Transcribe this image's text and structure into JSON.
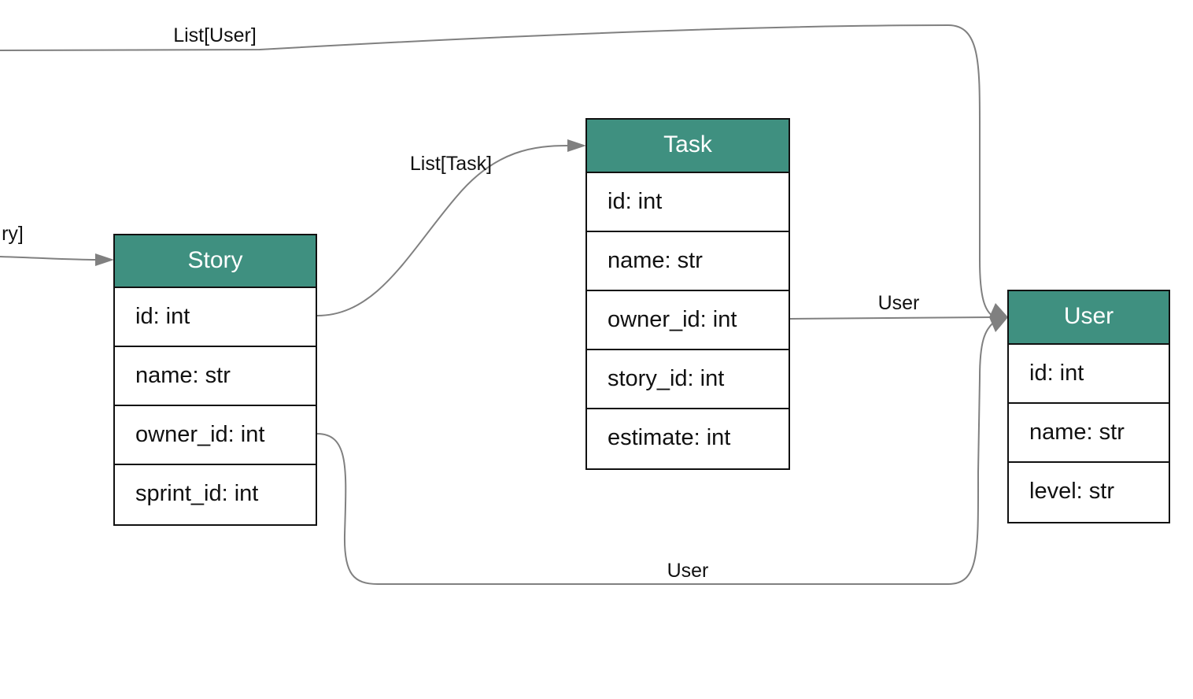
{
  "colors": {
    "header": "#3f9080",
    "edge": "#808080"
  },
  "tables": {
    "story": {
      "title": "Story",
      "fields": [
        "id: int",
        "name: str",
        "owner_id: int",
        "sprint_id: int"
      ]
    },
    "task": {
      "title": "Task",
      "fields": [
        "id: int",
        "name: str",
        "owner_id: int",
        "story_id: int",
        "estimate: int"
      ]
    },
    "user": {
      "title": "User",
      "fields": [
        "id: int",
        "name: str",
        "level: str"
      ]
    }
  },
  "edges": {
    "list_user": "List[User]",
    "list_story_partial": "ry]",
    "list_task": "List[Task]",
    "task_owner": "User",
    "story_owner": "User"
  }
}
